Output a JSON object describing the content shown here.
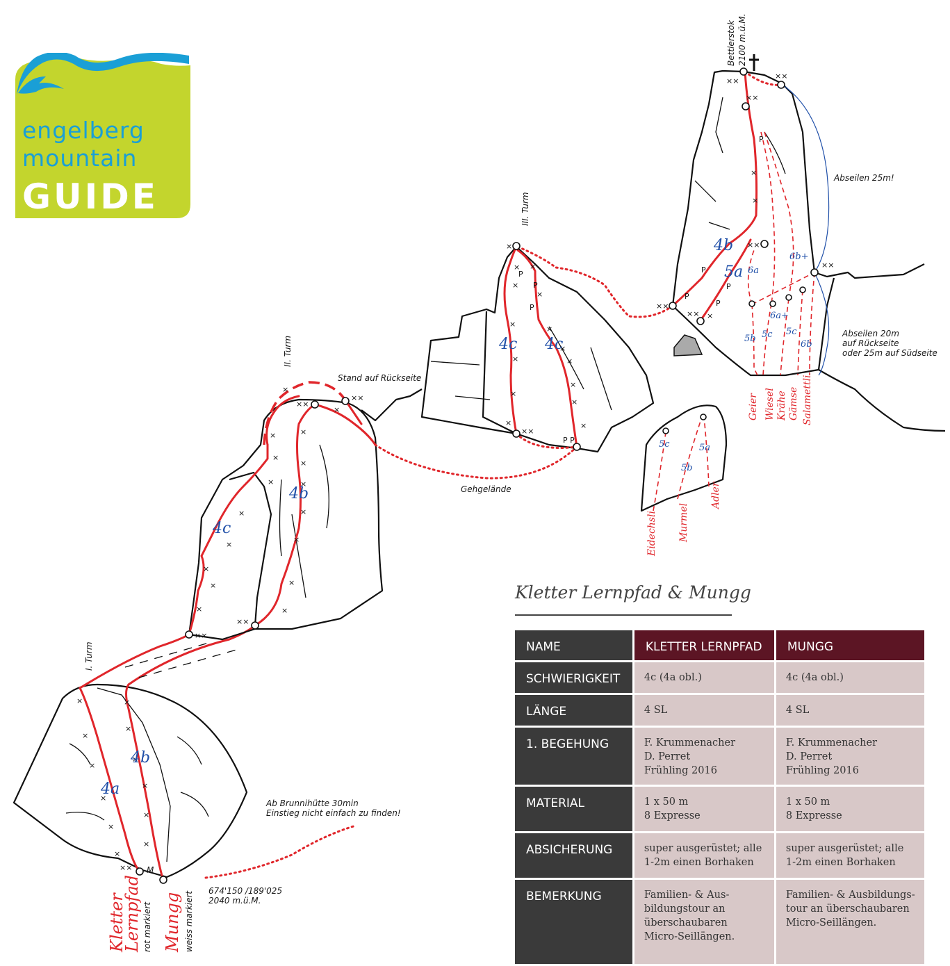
{
  "logo": {
    "line1": "engelberg",
    "line2": "mountain",
    "line3": "GUIDE",
    "colors": {
      "green": "#c3d52d",
      "blue": "#1a9fd6"
    }
  },
  "summit": {
    "name": "Bettlerstok",
    "altitude": "2100 m.ü.M."
  },
  "towers": {
    "first": "I. Turm",
    "second": "II. Turm",
    "third": "III. Turm"
  },
  "labels": {
    "stand": "Stand auf Rückseite",
    "gehgelaende": "Gehgelände",
    "abseilen25": "Abseilen 25m!",
    "abseilen20_1": "Abseilen 20m",
    "abseilen20_2": "auf Rückseite",
    "abseilen20_3": "oder 25m auf Südseite",
    "approach1": "Ab Brunnihütte 30min",
    "approach2": "Einstieg nicht einfach zu finden!",
    "coords": "674'150 /189'025",
    "altitude": "2040 m.ü.M.",
    "start_mark": "M"
  },
  "grades": {
    "t1_a": "4a",
    "t1_b": "4b",
    "t2_a": "4c",
    "t2_b": "4b",
    "t3_a": "4c",
    "t3_b": "4c",
    "s_a": "4b",
    "s_b": "5a",
    "s_6a": "6a",
    "s_6b": "6b+",
    "s_6a2": "6a+",
    "s_5b": "5b",
    "s_5c": "5c",
    "s_5c2": "5c",
    "s_6b2": "6b",
    "b_5c": "5c",
    "b_5b": "5b",
    "b_5a": "5a"
  },
  "sector_routes": [
    "Geier",
    "Wiesel",
    "Krähe",
    "Gämse",
    "Salamettli"
  ],
  "boulder_routes": [
    "Eidechsli",
    "Murmel",
    "Adler"
  ],
  "start_routes": {
    "kletter1": "Kletter",
    "kletter2": "Lernpfad",
    "kletter_note": "rot markiert",
    "mungg": "Mungg",
    "mungg_note": "weiss markiert"
  },
  "table": {
    "title": "Kletter Lernpfad & Mungg",
    "header": [
      "NAME",
      "KLETTER LERNPFAD",
      "MUNGG"
    ],
    "rows": [
      {
        "label": "SCHWIERIGKEIT",
        "a": [
          "4c (4a obl.)"
        ],
        "b": [
          "4c (4a obl.)"
        ]
      },
      {
        "label": "LÄNGE",
        "a": [
          "4 SL"
        ],
        "b": [
          "4 SL"
        ]
      },
      {
        "label": "1. BEGEHUNG",
        "a": [
          "F. Krummenacher",
          "D. Perret",
          "Frühling 2016"
        ],
        "b": [
          "F. Krummenacher",
          "D. Perret",
          "Frühling 2016"
        ]
      },
      {
        "label": "MATERIAL",
        "a": [
          "1 x 50 m",
          "8 Expresse"
        ],
        "b": [
          "1 x 50 m",
          "8 Expresse"
        ]
      },
      {
        "label": "ABSICHERUNG",
        "a": [
          "super ausgerüstet; alle",
          "1-2m einen Borhaken"
        ],
        "b": [
          "super ausgerüstet; alle",
          "1-2m einen Borhaken"
        ]
      },
      {
        "label": "BEMERKUNG",
        "a": [
          "Familien- & Aus-",
          "bildungstour an",
          "überschaubaren",
          "Micro-Seillängen."
        ],
        "b": [
          "Familien- & Ausbildungs-",
          "tour an überschaubaren",
          "Micro-Seillängen."
        ]
      }
    ],
    "colors": {
      "header_bg": "#3a3a3a",
      "name_bg": "#5c1524",
      "value_bg": "#d8c8c8"
    }
  }
}
